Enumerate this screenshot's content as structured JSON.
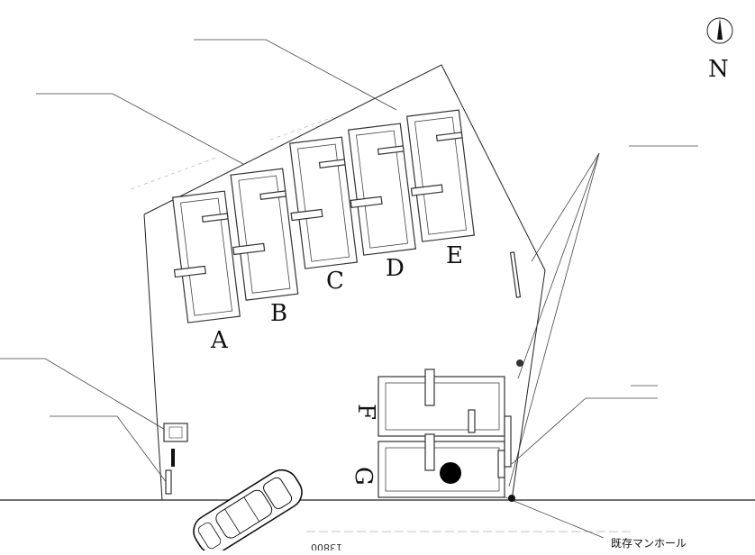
{
  "parking_bays": [
    {
      "label": "A"
    },
    {
      "label": "B"
    },
    {
      "label": "C"
    },
    {
      "label": "D"
    },
    {
      "label": "E"
    },
    {
      "label": "F"
    },
    {
      "label": "G"
    }
  ],
  "north_arrow": {
    "label": "N"
  },
  "manhole": {
    "label": "既存マンホール"
  },
  "road": {
    "dimension_text": "13800"
  }
}
